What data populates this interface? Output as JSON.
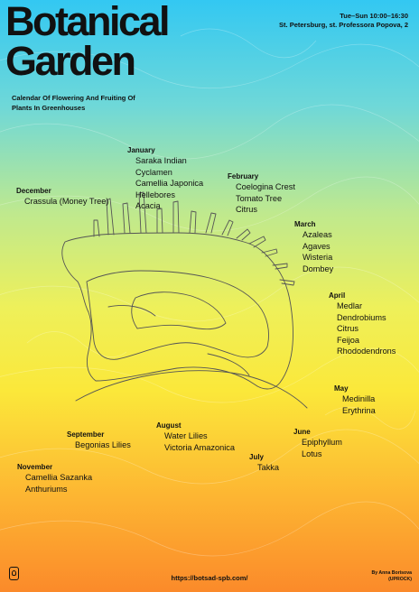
{
  "title": {
    "line1": "Botanical",
    "line2": "Garden"
  },
  "hours": {
    "schedule": "Tue–Sun 10:00–16:30",
    "address": "St. Petersburg, st. Professora Popova, 2"
  },
  "subtitle": "Calendar Of Flowering And Fruiting Of Plants In Greenhouses",
  "months": {
    "january": {
      "name": "January",
      "plants": [
        "Saraka Indian",
        "Cyclamen",
        "Camellia Japonica",
        "Hellebores",
        "Acacia"
      ]
    },
    "february": {
      "name": "February",
      "plants": [
        "Coelogina Crest",
        "Tomato Tree",
        "Citrus"
      ]
    },
    "march": {
      "name": "March",
      "plants": [
        "Azaleas",
        "Agaves",
        "Wisteria",
        "Dombey"
      ]
    },
    "april": {
      "name": "April",
      "plants": [
        "Medlar",
        "Dendrobiums",
        "Citrus",
        "Feijoa",
        "Rhododendrons"
      ]
    },
    "may": {
      "name": "May",
      "plants": [
        "Medinilla",
        "Erythrina"
      ]
    },
    "june": {
      "name": "June",
      "plants": [
        "Epiphyllum",
        "Lotus"
      ]
    },
    "july": {
      "name": "July",
      "plants": [
        "Takka"
      ]
    },
    "august": {
      "name": "August",
      "plants": [
        "Water Lilies",
        "Victoria Amazonica"
      ]
    },
    "september": {
      "name": "September",
      "plants": [
        "Begonias Lilies"
      ]
    },
    "november": {
      "name": "November",
      "plants": [
        "Camellia Sazanka",
        "Anthuriums"
      ]
    },
    "december": {
      "name": "December",
      "plants": [
        "Crassula (Money Tree)"
      ]
    }
  },
  "footer": {
    "url": "https://botsad-spb.com/",
    "credit_line1": "By Anna Borisova",
    "credit_line2": "(UPROCK)",
    "logo_icon": "garden-logo-icon"
  },
  "colors": {
    "top": "#33c8f2",
    "middle": "#fbe83a",
    "bottom": "#fb8a2a",
    "text": "#111111"
  }
}
